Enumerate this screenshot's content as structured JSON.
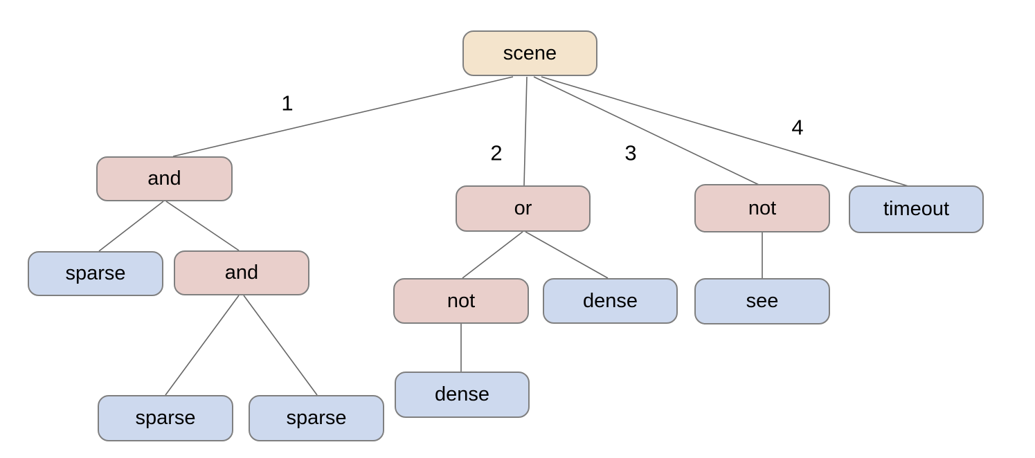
{
  "diagram": {
    "type": "tree",
    "palette": {
      "root_fill": "#f4e4cc",
      "operator_fill": "#e9cfcb",
      "leaf_fill": "#cdd9ee",
      "node_border": "#7f7f7f",
      "edge_color": "#666666",
      "text_color": "#000000",
      "background": "#ffffff"
    },
    "nodes": [
      {
        "id": "scene",
        "label": "scene",
        "kind": "root"
      },
      {
        "id": "and-1",
        "label": "and",
        "kind": "operator"
      },
      {
        "id": "or-1",
        "label": "or",
        "kind": "operator"
      },
      {
        "id": "not-1",
        "label": "not",
        "kind": "operator"
      },
      {
        "id": "timeout",
        "label": "timeout",
        "kind": "leaf"
      },
      {
        "id": "sparse-1",
        "label": "sparse",
        "kind": "leaf"
      },
      {
        "id": "and-2",
        "label": "and",
        "kind": "operator"
      },
      {
        "id": "not-2",
        "label": "not",
        "kind": "operator"
      },
      {
        "id": "dense-1",
        "label": "dense",
        "kind": "leaf"
      },
      {
        "id": "see-1",
        "label": "see",
        "kind": "leaf"
      },
      {
        "id": "sparse-2",
        "label": "sparse",
        "kind": "leaf"
      },
      {
        "id": "sparse-3",
        "label": "sparse",
        "kind": "leaf"
      },
      {
        "id": "dense-2",
        "label": "dense",
        "kind": "leaf"
      }
    ],
    "edges": [
      {
        "from": "scene",
        "to": "and-1",
        "label": "1"
      },
      {
        "from": "scene",
        "to": "or-1",
        "label": "2"
      },
      {
        "from": "scene",
        "to": "not-1",
        "label": "3"
      },
      {
        "from": "scene",
        "to": "timeout",
        "label": "4"
      },
      {
        "from": "and-1",
        "to": "sparse-1",
        "label": ""
      },
      {
        "from": "and-1",
        "to": "and-2",
        "label": ""
      },
      {
        "from": "and-2",
        "to": "sparse-2",
        "label": ""
      },
      {
        "from": "and-2",
        "to": "sparse-3",
        "label": ""
      },
      {
        "from": "or-1",
        "to": "not-2",
        "label": ""
      },
      {
        "from": "or-1",
        "to": "dense-1",
        "label": ""
      },
      {
        "from": "not-2",
        "to": "dense-2",
        "label": ""
      },
      {
        "from": "not-1",
        "to": "see-1",
        "label": ""
      }
    ]
  }
}
